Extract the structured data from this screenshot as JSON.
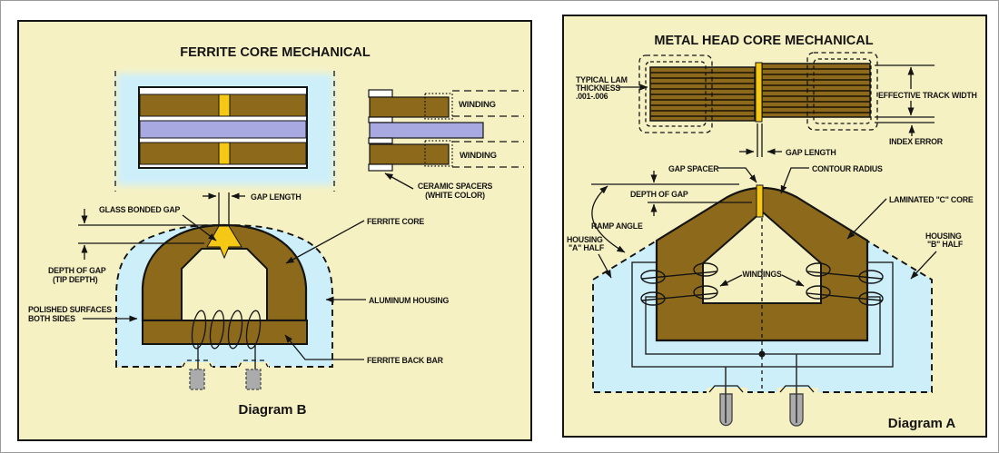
{
  "colors": {
    "background_cream": "#F6F1C3",
    "core_brown": "#8D6A1B",
    "gap_gold": "#F5C816",
    "spacer_lavender": "#A9A9E2",
    "housing_blue": "#CDEFFA",
    "pin_gray": "#ABABAB",
    "line_black": "#141414"
  },
  "left": {
    "title": "FERRITE CORE MECHANICAL",
    "caption": "Diagram B",
    "labels": {
      "winding_top": "WINDING",
      "winding_bottom": "WINDING",
      "ceramic_line1": "CERAMIC SPACERS",
      "ceramic_line2": "(WHITE COLOR)",
      "gap_length": "GAP LENGTH",
      "glass_bonded_gap": "GLASS BONDED GAP",
      "depth_of_gap_line1": "DEPTH OF GAP",
      "depth_of_gap_line2": "(TIP DEPTH)",
      "polished_line1": "POLISHED SURFACES",
      "polished_line2": "BOTH SIDES",
      "ferrite_core": "FERRITE CORE",
      "aluminum_housing": "ALUMINUM HOUSING",
      "ferrite_back_bar": "FERRITE BACK BAR"
    }
  },
  "right": {
    "title": "METAL HEAD CORE MECHANICAL",
    "caption": "Diagram A",
    "labels": {
      "typical_lam_line1": "TYPICAL LAM",
      "typical_lam_line2": "THICKNESS",
      "typical_lam_line3": ".001-.006",
      "effective_track_width": "EFFECTIVE TRACK WIDTH",
      "index_error": "INDEX ERROR",
      "gap_length": "GAP LENGTH",
      "gap_spacer": "GAP SPACER",
      "contour_radius": "CONTOUR RADIUS",
      "depth_of_gap": "DEPTH OF GAP",
      "ramp_angle": "RAMP ANGLE",
      "laminated_c_core": "LAMINATED \"C\" CORE",
      "housing_a_line1": "HOUSING",
      "housing_a_line2": "\"A\" HALF",
      "housing_b_line1": "HOUSING",
      "housing_b_line2": "\"B\" HALF",
      "windings": "WINDINGS"
    }
  }
}
